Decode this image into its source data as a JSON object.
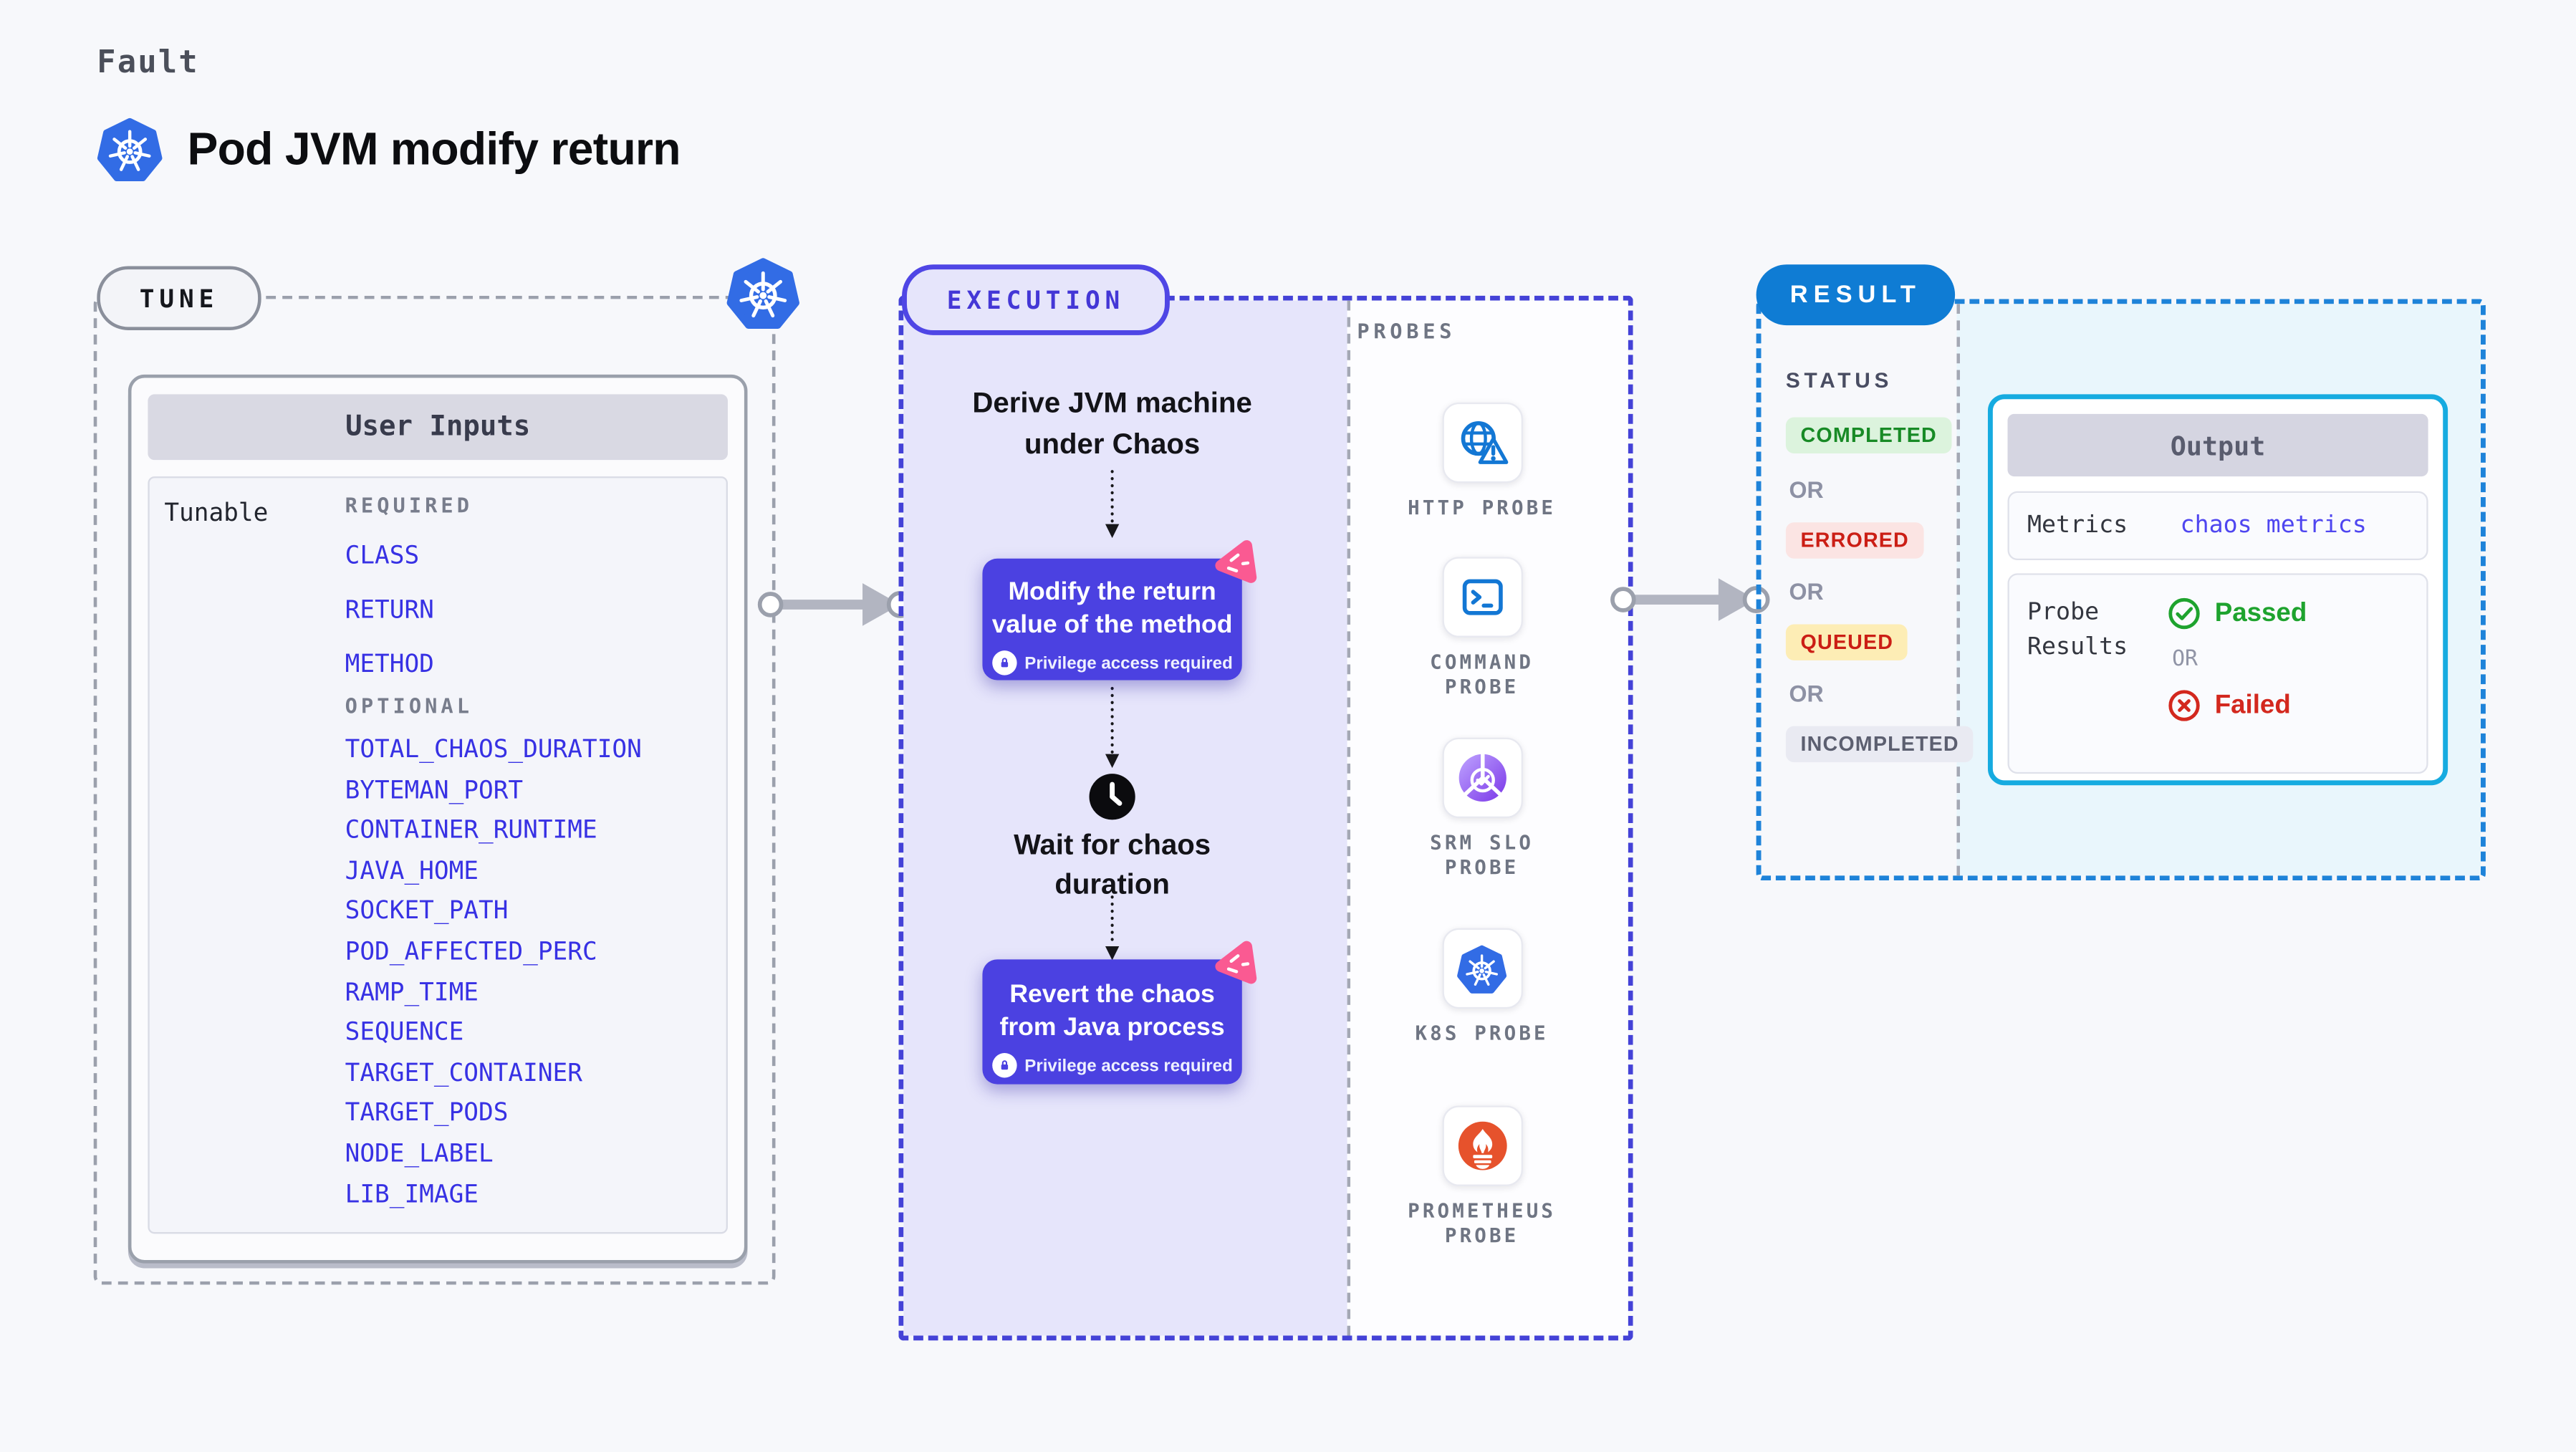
{
  "header": {
    "eyebrow": "Fault",
    "title": "Pod JVM modify return"
  },
  "tune": {
    "badge": "TUNE",
    "card_title": "User Inputs",
    "row_label": "Tunable",
    "required_label": "REQUIRED",
    "optional_label": "OPTIONAL",
    "required": [
      "CLASS",
      "RETURN",
      "METHOD"
    ],
    "optional": [
      "TOTAL_CHAOS_DURATION",
      "BYTEMAN_PORT",
      "CONTAINER_RUNTIME",
      "JAVA_HOME",
      "SOCKET_PATH",
      "POD_AFFECTED_PERC",
      "RAMP_TIME",
      "SEQUENCE",
      "TARGET_CONTAINER",
      "TARGET_PODS",
      "NODE_LABEL",
      "LIB_IMAGE"
    ]
  },
  "execution": {
    "badge": "EXECUTION",
    "step1_line1": "Derive JVM machine",
    "step1_line2": "under Chaos",
    "action1_line1": "Modify the return",
    "action1_line2": "value of the method",
    "privilege_note": "Privilege access required",
    "wait_line1": "Wait for chaos",
    "wait_line2": "duration",
    "action2_line1": "Revert the chaos",
    "action2_line2": "from Java process"
  },
  "probes": {
    "label": "PROBES",
    "items": [
      {
        "icon": "http-probe-icon",
        "lines": [
          "HTTP PROBE"
        ]
      },
      {
        "icon": "command-probe-icon",
        "lines": [
          "COMMAND",
          "PROBE"
        ]
      },
      {
        "icon": "srm-slo-probe-icon",
        "lines": [
          "SRM SLO",
          "PROBE"
        ]
      },
      {
        "icon": "k8s-probe-icon",
        "lines": [
          "K8S PROBE"
        ]
      },
      {
        "icon": "prometheus-probe-icon",
        "lines": [
          "PROMETHEUS",
          "PROBE"
        ]
      }
    ]
  },
  "result": {
    "badge": "RESULT",
    "status_label": "STATUS",
    "or_label": "OR",
    "statuses": [
      {
        "label": "COMPLETED",
        "fg": "#188a26",
        "bg": "#dcf3dd"
      },
      {
        "label": "ERRORED",
        "fg": "#cb1e15",
        "bg": "#fbe4e3"
      },
      {
        "label": "QUEUED",
        "fg": "#cb1e15",
        "bg": "#fdedb5"
      },
      {
        "label": "INCOMPLETED",
        "fg": "#5c5f70",
        "bg": "#e9eaf2"
      }
    ],
    "output": {
      "title": "Output",
      "metrics_label": "Metrics",
      "metrics_value": "chaos metrics",
      "probe_label_line1": "Probe",
      "probe_label_line2": "Results",
      "passed": "Passed",
      "or": "OR",
      "failed": "Failed"
    }
  },
  "colors": {
    "accent_indigo": "#4b41e1",
    "k8s_blue": "#326ce5",
    "probe_icon_blue": "#1377d4",
    "srm_purple": "#7a36e8",
    "prometheus_orange": "#e6522c",
    "chaos_pink": "#fa5a92",
    "result_blue": "#0f7cd4",
    "output_border_cyan": "#16abe0",
    "passed_green": "#1ea32e",
    "failed_red": "#d3281e",
    "tunable_blue": "#3731e4"
  }
}
